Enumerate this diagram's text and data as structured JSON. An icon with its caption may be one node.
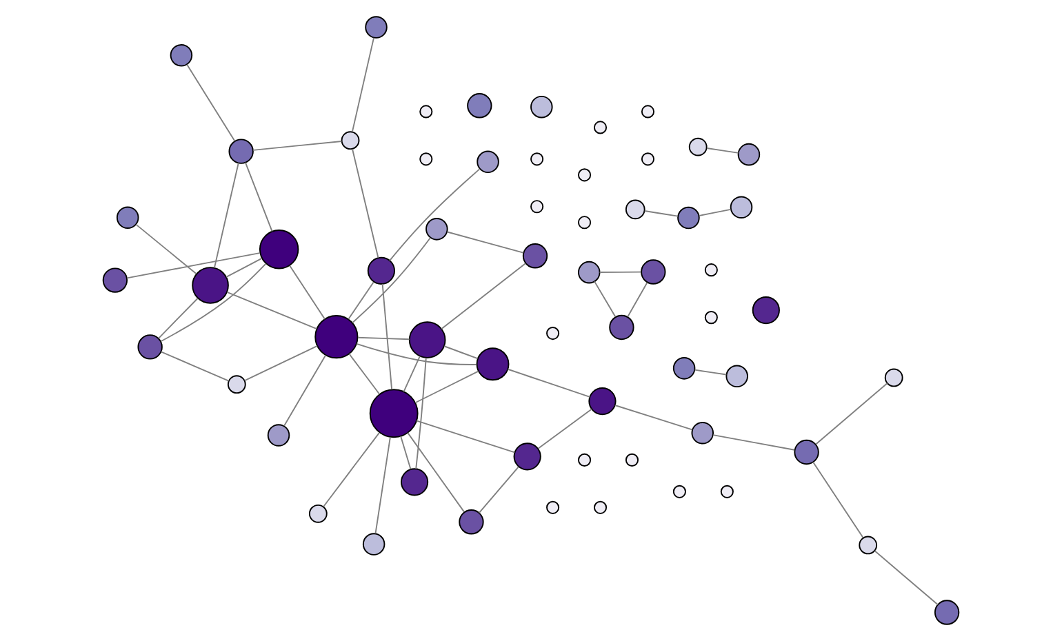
{
  "diagram": {
    "nodes": [
      {
        "text": [],
        "shape": "circle"
      },
      {
        "text": [],
        "shape": "circle"
      },
      {
        "text": [],
        "shape": "circle"
      },
      {
        "text": [],
        "shape": "circle"
      },
      {
        "text": [],
        "shape": "circle"
      },
      {
        "text": [],
        "shape": "circle"
      },
      {
        "text": [],
        "shape": "circle"
      },
      {
        "text": [],
        "shape": "circle"
      },
      {
        "text": [],
        "shape": "circle"
      },
      {
        "text": [],
        "shape": "circle"
      },
      {
        "text": [],
        "shape": "circle"
      },
      {
        "text": [],
        "shape": "circle"
      },
      {
        "text": [],
        "shape": "circle"
      },
      {
        "text": [],
        "shape": "circle"
      },
      {
        "text": [],
        "shape": "circle"
      },
      {
        "text": [],
        "shape": "circle"
      },
      {
        "text": [],
        "shape": "circle"
      },
      {
        "text": [],
        "shape": "circle"
      },
      {
        "text": [],
        "shape": "circle"
      },
      {
        "text": [],
        "shape": "circle"
      },
      {
        "text": [],
        "shape": "circle"
      },
      {
        "text": [],
        "shape": "circle"
      },
      {
        "text": [],
        "shape": "circle"
      },
      {
        "text": [],
        "shape": "circle"
      },
      {
        "text": [],
        "shape": "circle"
      },
      {
        "text": [],
        "shape": "circle"
      },
      {
        "text": [],
        "shape": "circle"
      },
      {
        "text": [],
        "shape": "circle"
      },
      {
        "text": [],
        "shape": "circle"
      },
      {
        "text": [],
        "shape": "circle"
      },
      {
        "text": [],
        "shape": "circle"
      },
      {
        "text": [],
        "shape": "circle"
      },
      {
        "text": [],
        "shape": "circle"
      },
      {
        "text": [],
        "shape": "circle"
      },
      {
        "text": [],
        "shape": "circle"
      },
      {
        "text": [],
        "shape": "circle"
      },
      {
        "text": [],
        "shape": "circle"
      },
      {
        "text": [],
        "shape": "circle"
      },
      {
        "text": [],
        "shape": "circle"
      },
      {
        "text": [],
        "shape": "circle"
      },
      {
        "text": [],
        "shape": "circle"
      },
      {
        "text": [],
        "shape": "circle"
      },
      {
        "text": [],
        "shape": "circle"
      },
      {
        "text": [],
        "shape": "circle"
      },
      {
        "text": [],
        "shape": "circle"
      },
      {
        "text": [],
        "shape": "circle"
      },
      {
        "text": [],
        "shape": "circle"
      },
      {
        "text": [],
        "shape": "circle"
      },
      {
        "text": [],
        "shape": "circle"
      },
      {
        "text": [],
        "shape": "circle"
      },
      {
        "text": [],
        "shape": "circle"
      },
      {
        "text": [],
        "shape": "circle"
      },
      {
        "text": [],
        "shape": "circle"
      },
      {
        "text": [],
        "shape": "circle"
      },
      {
        "text": [],
        "shape": "circle"
      },
      {
        "text": [],
        "shape": "circle"
      },
      {
        "text": [],
        "shape": "circle"
      },
      {
        "text": [],
        "shape": "circle"
      },
      {
        "text": [],
        "shape": "circle"
      },
      {
        "text": [],
        "shape": "circle"
      },
      {
        "text": [],
        "shape": "circle"
      }
    ],
    "edges": [
      {
        "from": 0,
        "to": 14,
        "arrow": "none"
      },
      {
        "from": 0,
        "to": 13,
        "arrow": "none"
      },
      {
        "from": 0,
        "to": 20,
        "arrow": "none"
      },
      {
        "from": 0,
        "to": 4,
        "arrow": "none"
      },
      {
        "from": 0,
        "to": 1,
        "arrow": "none"
      },
      {
        "from": 0,
        "to": 5,
        "arrow": "none"
      },
      {
        "from": 0,
        "to": 6,
        "arrow": "none"
      },
      {
        "from": 0,
        "to": 9,
        "arrow": "none"
      },
      {
        "from": 0,
        "to": 7,
        "arrow": "none"
      },
      {
        "from": 17,
        "to": 12,
        "arrow": "none"
      },
      {
        "from": 17,
        "to": 10,
        "arrow": "none"
      },
      {
        "from": 12,
        "to": 10,
        "arrow": "none"
      },
      {
        "from": 14,
        "to": 9,
        "arrow": "none"
      },
      {
        "from": 9,
        "to": 8,
        "arrow": "none"
      },
      {
        "from": 8,
        "to": 7,
        "arrow": "none"
      },
      {
        "from": 7,
        "to": 6,
        "arrow": "none"
      },
      {
        "from": 8,
        "to": 57,
        "arrow": "none"
      },
      {
        "from": 7,
        "to": 1,
        "arrow": "none"
      },
      {
        "from": 6,
        "to": 1,
        "arrow": "none"
      },
      {
        "from": 6,
        "to": 53,
        "arrow": "none"
      },
      {
        "from": 56,
        "to": 53,
        "arrow": "none"
      },
      {
        "from": 57,
        "to": 60,
        "arrow": "none"
      },
      {
        "from": 56,
        "to": 1,
        "arrow": "none"
      },
      {
        "from": 59,
        "to": 54,
        "arrow": "none"
      },
      {
        "from": 59,
        "to": 51,
        "arrow": "none"
      },
      {
        "from": 1,
        "to": 52,
        "arrow": "none"
      },
      {
        "from": 1,
        "to": 4,
        "arrow": "none"
      },
      {
        "from": 1,
        "to": 2,
        "arrow": "none"
      },
      {
        "from": 1,
        "to": 3,
        "arrow": "none"
      },
      {
        "from": 1,
        "to": 44,
        "arrow": "none"
      },
      {
        "from": 4,
        "to": 22,
        "arrow": "none"
      },
      {
        "from": 4,
        "to": 35,
        "arrow": "none"
      },
      {
        "from": 2,
        "to": 26,
        "arrow": "none"
      },
      {
        "from": 2,
        "to": 3,
        "arrow": "none"
      },
      {
        "from": 2,
        "to": 34,
        "arrow": "none"
      },
      {
        "from": 2,
        "to": 37,
        "arrow": "none"
      },
      {
        "from": 3,
        "to": 47,
        "arrow": "none"
      },
      {
        "from": 3,
        "to": 34,
        "arrow": "none"
      },
      {
        "from": 3,
        "to": 37,
        "arrow": "none"
      },
      {
        "from": 60,
        "to": 39,
        "arrow": "none"
      },
      {
        "from": 60,
        "to": 46,
        "arrow": "none"
      },
      {
        "from": 46,
        "to": 45,
        "arrow": "none"
      },
      {
        "from": 37,
        "to": 44,
        "arrow": "none"
      },
      {
        "from": 34,
        "to": 35,
        "arrow": "none"
      },
      {
        "from": 35,
        "to": 36,
        "arrow": "none"
      },
      {
        "from": 31,
        "to": 34,
        "arrow": "none"
      },
      {
        "from": 27,
        "to": 30,
        "arrow": "none"
      },
      {
        "from": 21,
        "to": 25,
        "arrow": "none"
      },
      {
        "from": 5,
        "to": 6,
        "arrow": "none"
      }
    ]
  }
}
